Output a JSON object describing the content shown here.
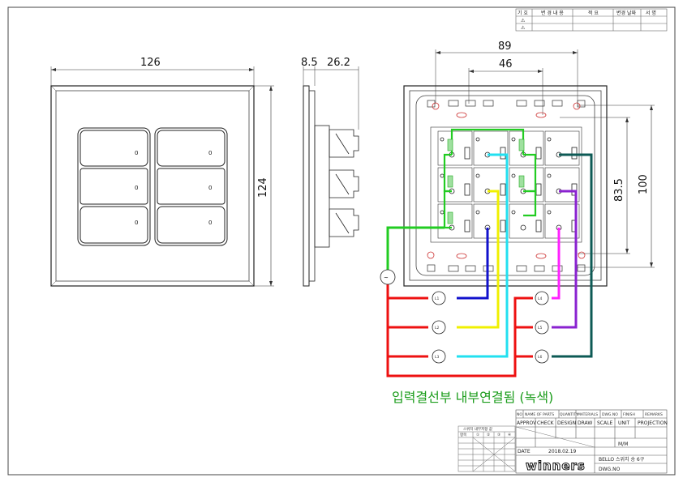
{
  "revision_table": {
    "headers": [
      "기 호",
      "변 경 내 용",
      "적 요",
      "변경 날짜",
      "서 명"
    ],
    "rows": [
      "⚠",
      "⚠"
    ]
  },
  "front_view": {
    "width_dim": "126",
    "height_dim": "124",
    "switch_marks": [
      "0",
      "0",
      "0",
      "0",
      "0",
      "0"
    ]
  },
  "side_view": {
    "dim_a": "8.5",
    "dim_b": "26.2"
  },
  "rear_view": {
    "dim_top_outer": "89",
    "dim_top_inner": "46",
    "dim_right_inner": "83.5",
    "dim_right_outer": "100"
  },
  "terminals": {
    "source": "~",
    "left": [
      "L1",
      "L2",
      "L3"
    ],
    "right": [
      "L4",
      "L5",
      "L6"
    ]
  },
  "wire_colors": {
    "input": "#22cc22",
    "L1": "#1111cc",
    "L2": "#f0f000",
    "L3": "#22e0f0",
    "L4": "#ff22ff",
    "L5": "#8a22d0",
    "L6": "#0d5a55",
    "return": "#ee1111"
  },
  "note": "입력결선부 내부연결됨 (녹색)",
  "mini_table": {
    "title": "스위치 내부저항 값",
    "headers": [
      "항목",
      "①",
      "②",
      "③",
      "④"
    ]
  },
  "title_block": {
    "header_row": [
      "NO",
      "NAME OF PARTS",
      "QUANTITY",
      "MATERIALS",
      "DWG.NO",
      "FINISH",
      "REMARKS"
    ],
    "approval_row": [
      "APPROV",
      "CHECK",
      "DESIGN",
      "DRAW",
      "SCALE",
      "UNIT",
      "PROJECTION"
    ],
    "unit": "M/M",
    "date_label": "DATE",
    "date": "2018.02.19",
    "title": "BELLO  스위치 송 6구",
    "logo": "winners",
    "dwg_no_label": "DWG.NO"
  }
}
